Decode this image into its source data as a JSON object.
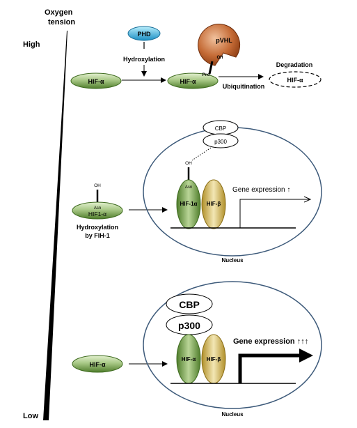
{
  "oxygen": {
    "title_line1": "Oxygen",
    "title_line2": "tension",
    "high": "High",
    "low": "Low"
  },
  "top": {
    "phd": "PHD",
    "hydroxylation": "Hydroxylation",
    "hif_left": "HIF-α",
    "hif_mid": "HIF-α",
    "pro": "Pro",
    "pvhl": "pVHL",
    "oh": "OH",
    "ubiquitination": "Ubiquitination",
    "degradation": "Degradation",
    "hif_degraded": "HIF-α"
  },
  "middle": {
    "oh": "OH",
    "asn": "Asn",
    "hif1a": "HIF1-α",
    "caption_line1": "Hydroxylation",
    "caption_line2": "by FIH-1",
    "cbp": "CBP",
    "p300": "p300",
    "oh_in": "OH",
    "asn_in": "Asn",
    "hif1a_in": "HIF-1α",
    "hifb": "HIF-β",
    "gene_expression": "Gene expression ↑",
    "nucleus": "Nucleus"
  },
  "bottom": {
    "hif_left": "HIF-α",
    "cbp": "CBP",
    "p300": "p300",
    "hifa_in": "HIF-α",
    "hifb": "HIF-β",
    "gene_expression": "Gene expression ↑↑↑",
    "nucleus": "Nucleus"
  },
  "colors": {
    "green_light": "#cfe3b4",
    "green_dark": "#4f7d2b",
    "tan_light": "#efe2a8",
    "tan_dark": "#b08f2a",
    "phd_light": "#9fe3f6",
    "phd_dark": "#1a8fc4",
    "pvhl_light": "#e0a47a",
    "pvhl_dark": "#8a3b12",
    "nucleus_border": "#3d5a7a"
  }
}
